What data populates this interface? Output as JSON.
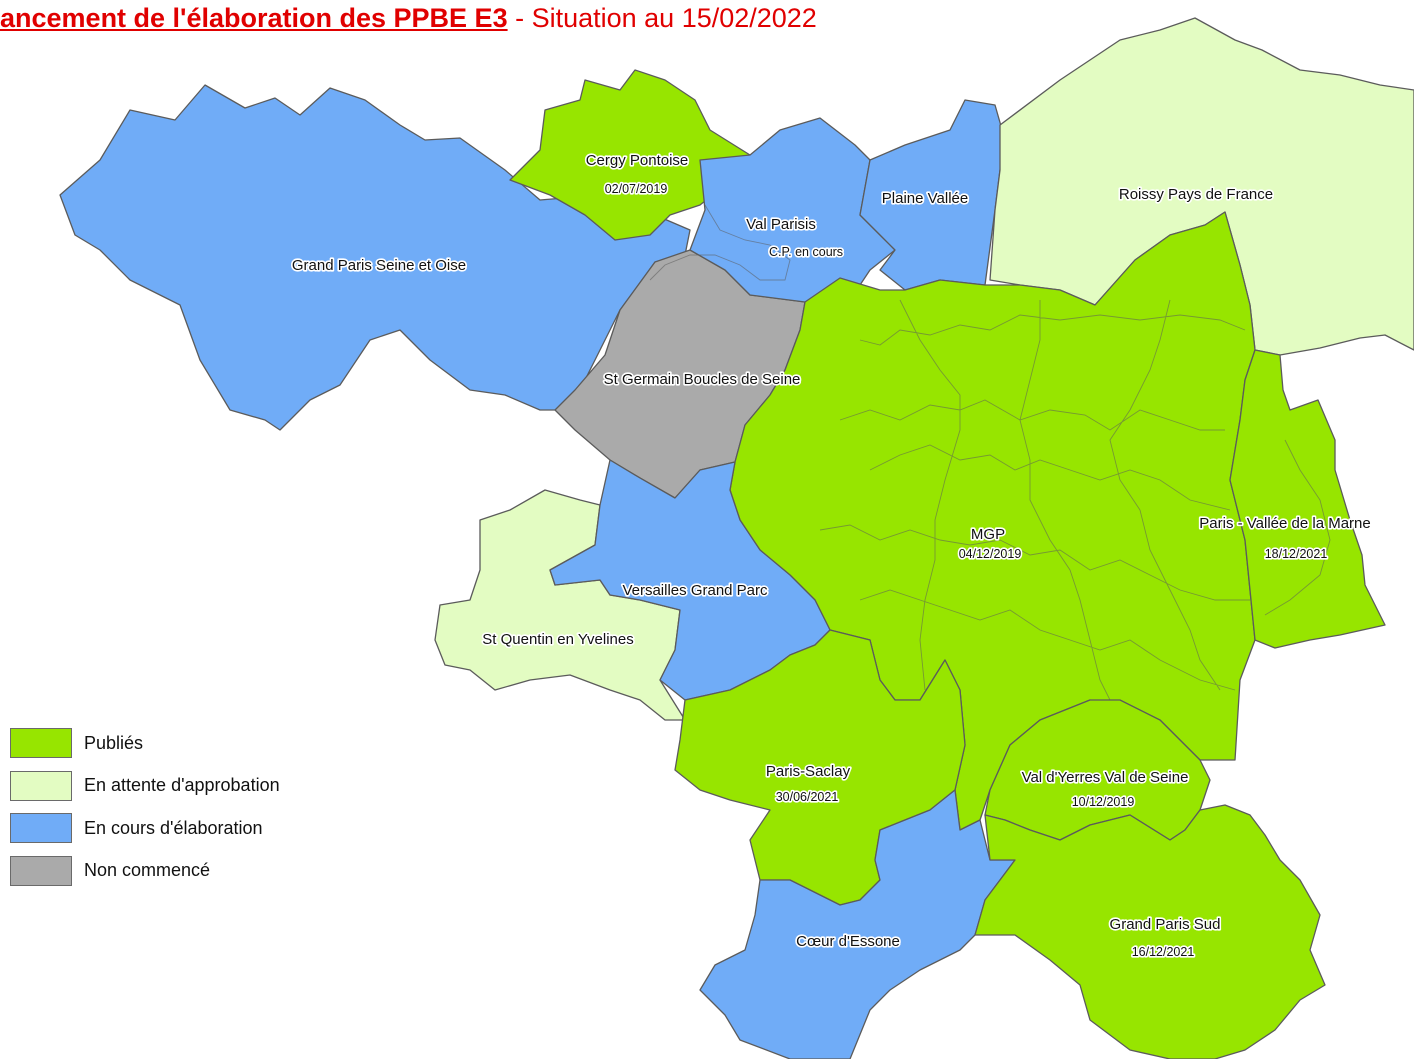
{
  "title": {
    "main": "ancement de l'élaboration des PPBE E3",
    "sub": " - Situation au 15/02/2022"
  },
  "colors": {
    "publies": "#97e500",
    "attente": "#e3fcc2",
    "cours": "#70acf7",
    "non": "#aaaaaa"
  },
  "legend": [
    {
      "label": "Publiés",
      "color": "#97e500"
    },
    {
      "label": "En attente d'approbation",
      "color": "#e3fcc2"
    },
    {
      "label": "En cours d'élaboration",
      "color": "#70acf7"
    },
    {
      "label": "Non commencé",
      "color": "#aaaaaa"
    }
  ],
  "regions": {
    "cergy": {
      "name": "Cergy Pontoise",
      "date": "02/07/2019",
      "status": "Publiés"
    },
    "valparisis": {
      "name": "Val Parisis",
      "date": "C.P. en cours",
      "status": "En cours d'élaboration"
    },
    "plaine": {
      "name": "Plaine Vallée",
      "status": "En cours d'élaboration"
    },
    "roissy": {
      "name": "Roissy Pays de France",
      "status": "En attente d'approbation"
    },
    "gpso": {
      "name": "Grand Paris Seine et Oise",
      "status": "En cours d'élaboration"
    },
    "stgermain": {
      "name": "St Germain Boucles de Seine",
      "status": "Non commencé"
    },
    "mgp": {
      "name": "MGP",
      "date": "04/12/2019",
      "status": "Publiés"
    },
    "pvm": {
      "name": "Paris - Vallée de la Marne",
      "date": "18/12/2021",
      "status": "Publiés"
    },
    "versailles": {
      "name": "Versailles Grand Parc",
      "status": "En cours d'élaboration"
    },
    "sqy": {
      "name": "St Quentin en Yvelines",
      "status": "En attente d'approbation"
    },
    "saclay": {
      "name": "Paris-Saclay",
      "date": "30/06/2021",
      "status": "Publiés"
    },
    "vyvs": {
      "name": "Val d'Yerres Val de Seine",
      "date": "10/12/2019",
      "status": "Publiés"
    },
    "gps": {
      "name": "Grand Paris Sud",
      "date": "16/12/2021",
      "status": "Publiés"
    },
    "essonne": {
      "name": "Cœur d'Essone",
      "status": "En cours d'élaboration"
    }
  }
}
